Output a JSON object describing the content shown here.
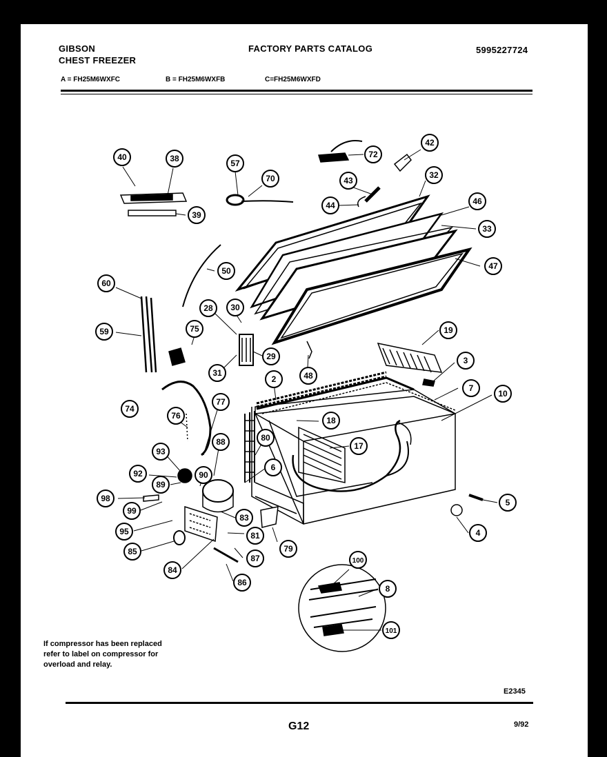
{
  "header": {
    "brand": "GIBSON",
    "product": "CHEST FREEZER",
    "catalog_title": "FACTORY PARTS CATALOG",
    "catalog_number": "5995227724"
  },
  "models": [
    "A = FH25M6WXFC",
    "B = FH25M6WXFB",
    "C=FH25M6WXFD"
  ],
  "callouts": [
    "40",
    "38",
    "39",
    "57",
    "70",
    "72",
    "42",
    "43",
    "44",
    "32",
    "46",
    "33",
    "47",
    "50",
    "28",
    "30",
    "31",
    "29",
    "48",
    "60",
    "59",
    "75",
    "19",
    "3",
    "2",
    "7",
    "10",
    "18",
    "17",
    "74",
    "76",
    "77",
    "88",
    "80",
    "93",
    "92",
    "89",
    "90",
    "6",
    "98",
    "99",
    "95",
    "85",
    "84",
    "83",
    "81",
    "87",
    "86",
    "79",
    "5",
    "4",
    "100",
    "8",
    "101"
  ],
  "footer": {
    "note_lines": [
      "If compressor has been replaced",
      "refer to label on compressor for",
      "overload and relay."
    ],
    "drawing_code": "E2345",
    "page_code": "G12",
    "date_code": "9/92"
  }
}
